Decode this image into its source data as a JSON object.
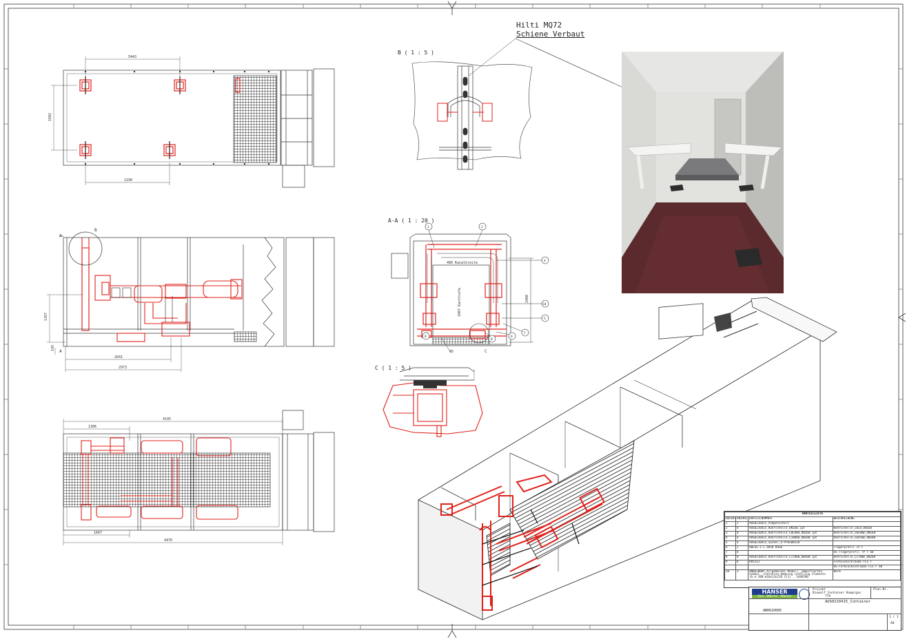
{
  "annotation": {
    "line1": "Hilti MQ72",
    "line2": "Schiene Verbaut"
  },
  "details": {
    "b": "B ( 1 : 5 )",
    "aa": "A-A ( 1 : 20 )",
    "c": "C ( 1 : 5 )"
  },
  "top_view": {
    "dim_top": "5443",
    "dim_side": "1602",
    "dim_bottom": "2190"
  },
  "front_view": {
    "mark_a_top": "A",
    "mark_a_bottom": "A",
    "mark_b": "B",
    "dim_height": "1397",
    "dim_small": "195",
    "dim_bottom1": "2641",
    "dim_bottom2": "2973"
  },
  "section_aa": {
    "label_width": "480 Kanalbreite",
    "label_height": "1007 Kanttiefe",
    "dim_right": "2400",
    "dim_bottom": "95",
    "mark_c": "C",
    "balloons_top": [
      "3",
      "2"
    ],
    "balloons_right": [
      "4",
      "10",
      "5"
    ],
    "balloons_bottom": [
      "8",
      "8",
      "6",
      "7"
    ]
  },
  "plan_view": {
    "dim_top": "4145",
    "dim_top_small": "1306",
    "dim_bottom1": "1667",
    "dim_bottom2": "4470"
  },
  "bom": {
    "title": "BAUTEILLISTE",
    "headers": [
      "OBJEKT",
      "ANZAHL",
      "BAUTEILNUMMER",
      "BESCHREIBUNG"
    ],
    "rows": [
      [
        "1",
        "1",
        "AUS0210415_Pumpenschelt",
        ""
      ],
      [
        "2",
        "4",
        "AUS0210415_Rohrschelle_DN160.ipt",
        "Rohrschelle_L0L0_DN160"
      ],
      [
        "3",
        "4",
        "AUS0210415_Rohrschelle_L0L0mm_DN160.ipt",
        "Rohrschelle_L0L0mm_DN160"
      ],
      [
        "4",
        "4",
        "AUS0210415_Rohrschelle_L100mm_DN200.ipt",
        "Rohrschelle_L035mm_DN200"
      ],
      [
        "5",
        "4",
        "AUS0210415_Sockel_U-Prmu80x38",
        ""
      ],
      [
        "6",
        "2",
        "HOLOS-1 L.4950 89x0",
        "Trägerprofil TP F"
      ],
      [
        "7",
        "8",
        "",
        "US-Trägerprofil TP F 60"
      ],
      [
        "8",
        "8",
        "AUS0210415_Rohrschelle_L170mm_DN200.ipt",
        "Rohrschelle_L170mm_DN200"
      ],
      [
        "9",
        "8",
        "HX5312",
        "Formlockschraube FLS F"
      ],
      [
        "",
        "",
        "",
        "US-Formlockschraube FLS F 60"
      ],
      [
        "10",
        "3",
        "AN0610085_Allgemeines Modell__Importiertes Symbol__vibration-damping levelling elements (w.e-100-m10x13x128 (L1) _ 3446590",
        "Norm"
      ]
    ]
  },
  "title_block": {
    "company": "HANSER",
    "tagline": "Gas · Wärme · Wasser",
    "project_label": "Projekt",
    "plan_label": "Plan Nr.",
    "project": "Biowolf Container Komprgas",
    "project_sub": "TTV",
    "drawing": "AUS0210415_Container",
    "number": "AN0610085",
    "sheet": "1 / 1",
    "rev": "A0"
  },
  "colors": {
    "line": "#333333",
    "accent": "#e0201a",
    "title_blue": "#1f3d8c",
    "title_green": "#7cb342"
  }
}
